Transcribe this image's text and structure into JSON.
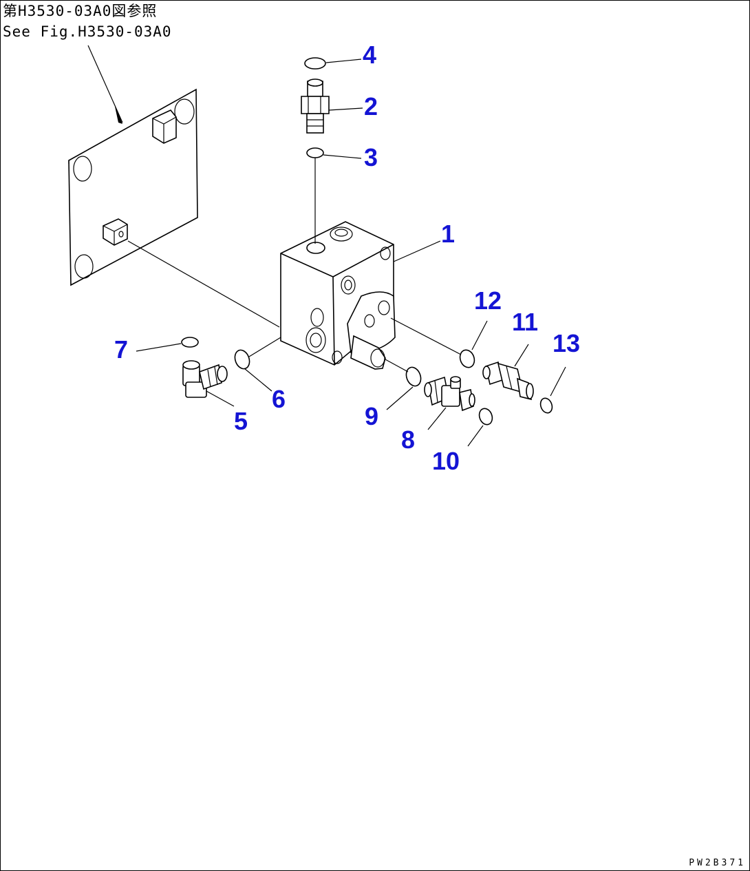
{
  "reference": {
    "jp": "第H3530-03A0図参照",
    "en": "See Fig.H3530-03A0"
  },
  "drawing_code": "PW2B371",
  "callouts": [
    "1",
    "2",
    "3",
    "4",
    "5",
    "6",
    "7",
    "8",
    "9",
    "10",
    "11",
    "12",
    "13"
  ]
}
